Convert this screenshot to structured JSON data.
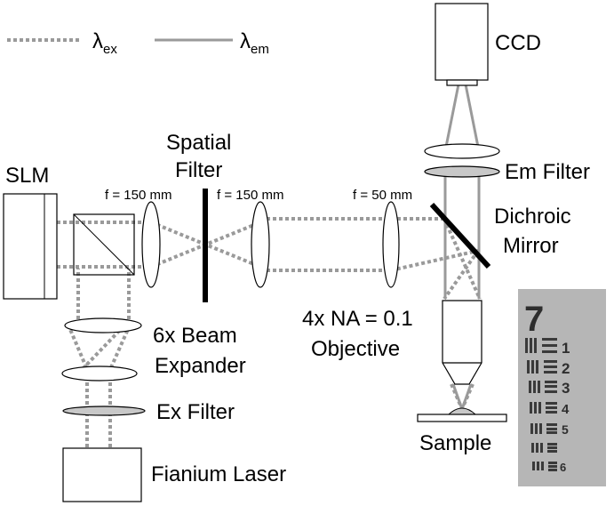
{
  "legend": {
    "excitation_label": "λ",
    "excitation_sub": "ex",
    "emission_label": "λ",
    "emission_sub": "em"
  },
  "components": {
    "slm": "SLM",
    "spatial_filter_line1": "Spatial",
    "spatial_filter_line2": "Filter",
    "lens1_focal": "f = 150 mm",
    "lens2_focal": "f = 150 mm",
    "lens3_focal": "f = 50 mm",
    "ccd": "CCD",
    "em_filter": "Em Filter",
    "dichroic_line1": "Dichroic",
    "dichroic_line2": "Mirror",
    "objective_line1": "4x NA = 0.1",
    "objective_line2": "Objective",
    "beam_expander_line1": "6x Beam",
    "beam_expander_line2": "Expander",
    "ex_filter": "Ex Filter",
    "laser": "Fianium Laser",
    "sample": "Sample"
  },
  "resolution_target": {
    "group_number": "7",
    "element_labels": [
      "1",
      "2",
      "3",
      "4",
      "5",
      "6"
    ]
  }
}
